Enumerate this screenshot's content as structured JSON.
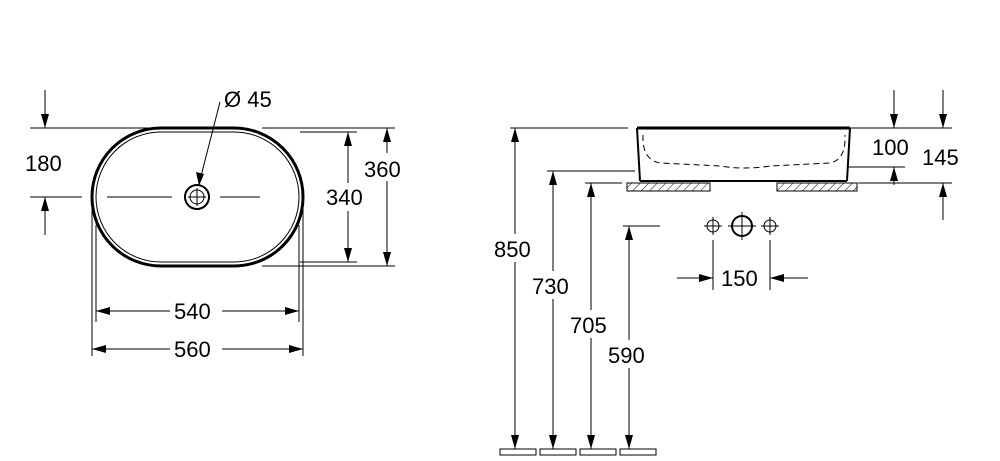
{
  "top_view": {
    "hole_label": "Ø 45",
    "half_depth": "180",
    "inner_depth": "340",
    "outer_depth": "360",
    "inner_width": "540",
    "outer_width": "560"
  },
  "side_view": {
    "rim_height": "850",
    "basin_height": "100",
    "total_height": "145",
    "bottom_height": "730",
    "drain_height": "705",
    "trap_height": "590",
    "tap_spacing": "150"
  }
}
